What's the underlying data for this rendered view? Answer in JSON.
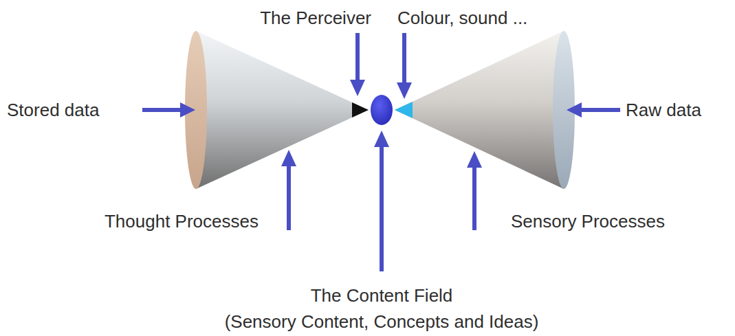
{
  "diagram": {
    "labels": [
      "The Perceiver",
      "Colour, sound ...",
      "Stored data",
      "Raw data",
      "Thought Processes",
      "Sensory Processes",
      "The Content Field",
      "(Sensory Content, Concepts and Ideas)"
    ]
  }
}
